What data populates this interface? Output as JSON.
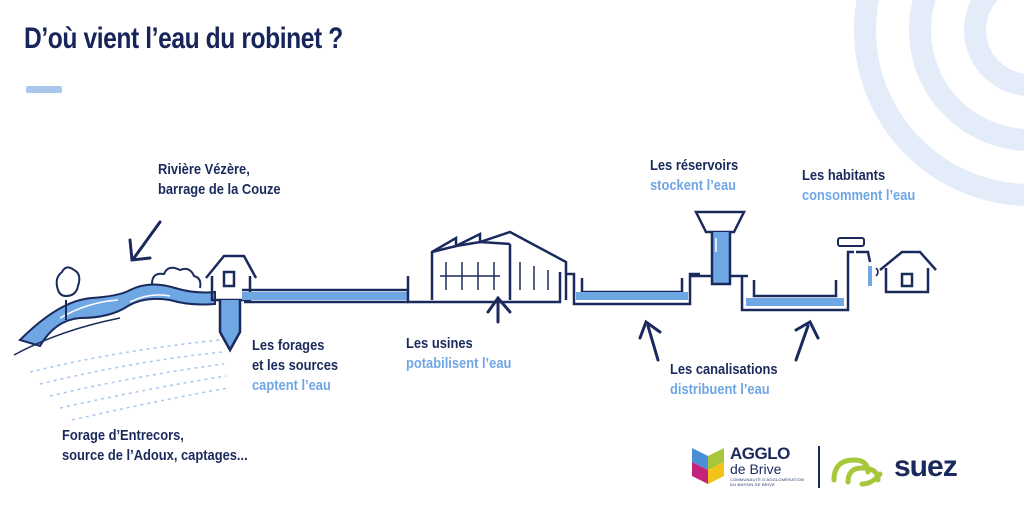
{
  "title": "D’où vient l’eau du robinet ?",
  "labels": {
    "riviere": {
      "line1": "Rivière Vézère,",
      "line2": "barrage de la Couze"
    },
    "forage": {
      "line1": "Forage d’Entrecors,",
      "line2": "source de l’Adoux, captages..."
    },
    "forages": {
      "line1": "Les forages",
      "line2": "et les sources",
      "action": "captent l’eau"
    },
    "usines": {
      "line1": "Les usines",
      "action": "potabilisent l’eau"
    },
    "reservoirs": {
      "line1": "Les réservoirs",
      "action": "stockent l’eau"
    },
    "canalisations": {
      "line1": "Les canalisations",
      "action": "distribuent l’eau"
    },
    "habitants": {
      "line1": "Les habitants",
      "action": "consomment l’eau"
    }
  },
  "logos": {
    "agglo": {
      "name": "AGGLO",
      "sub": "de Brive",
      "tagline1": "COMMUNAUTÉ D'AGGLOMÉRATION",
      "tagline2": "DU BASSIN DE BRIVE"
    },
    "suez": {
      "name": "suez"
    }
  },
  "colors": {
    "navy": "#1b2a5c",
    "water_blue": "#6fa6e4",
    "light_blue": "#a9c7ec",
    "pale_blue": "#dfe9f7"
  }
}
